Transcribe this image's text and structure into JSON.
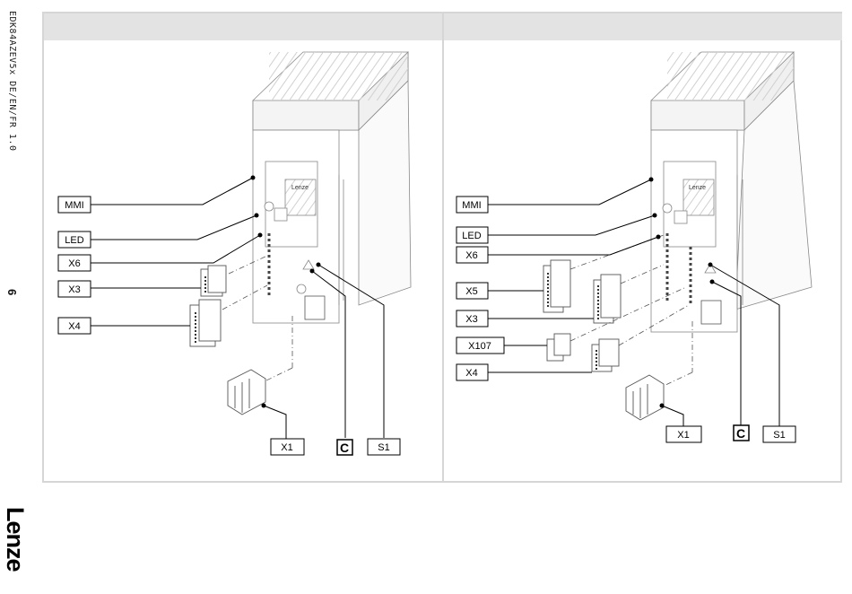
{
  "doc_code": "EDK84AZEV5x  DE/EN/FR  1.0",
  "page_number": "6",
  "brand": "Lenze",
  "left_panel": {
    "device_logo": "Lenze",
    "labels": {
      "mmi": "MMI",
      "led": "LED",
      "x6": "X6",
      "x3": "X3",
      "x4": "X4",
      "x1": "X1",
      "c": "C",
      "s1": "S1"
    }
  },
  "right_panel": {
    "device_logo": "Lenze",
    "labels": {
      "mmi": "MMI",
      "led": "LED",
      "x6": "X6",
      "x5": "X5",
      "x3": "X3",
      "x107": "X107",
      "x4": "X4",
      "x1": "X1",
      "c": "C",
      "s1": "S1"
    }
  }
}
